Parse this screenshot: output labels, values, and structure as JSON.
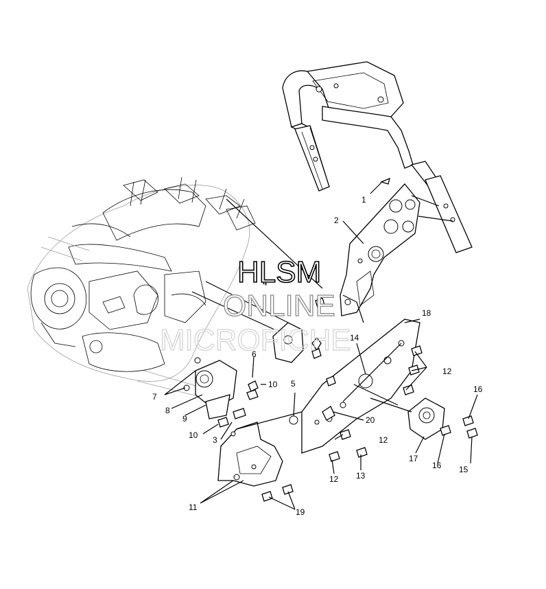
{
  "diagram": {
    "callouts": [
      {
        "id": "c1",
        "label": "1"
      },
      {
        "id": "c2",
        "label": "2"
      },
      {
        "id": "c3",
        "label": "3"
      },
      {
        "id": "c4",
        "label": "4"
      },
      {
        "id": "c5",
        "label": "5"
      },
      {
        "id": "c6",
        "label": "6"
      },
      {
        "id": "c7",
        "label": "7"
      },
      {
        "id": "c8",
        "label": "8"
      },
      {
        "id": "c9",
        "label": "9"
      },
      {
        "id": "c10a",
        "label": "10"
      },
      {
        "id": "c10b",
        "label": "10"
      },
      {
        "id": "c11",
        "label": "11"
      },
      {
        "id": "c12a",
        "label": "12"
      },
      {
        "id": "c12b",
        "label": "12"
      },
      {
        "id": "c12c",
        "label": "12"
      },
      {
        "id": "c13",
        "label": "13"
      },
      {
        "id": "c14",
        "label": "14"
      },
      {
        "id": "c15",
        "label": "15"
      },
      {
        "id": "c16a",
        "label": "16"
      },
      {
        "id": "c16b",
        "label": "16"
      },
      {
        "id": "c17",
        "label": "17"
      },
      {
        "id": "c18",
        "label": "18"
      },
      {
        "id": "c19",
        "label": "19"
      },
      {
        "id": "c20",
        "label": "20"
      }
    ]
  },
  "watermark": {
    "line1": "HLSM",
    "line2": "ONLINE",
    "line3": "MICROFICHE"
  }
}
